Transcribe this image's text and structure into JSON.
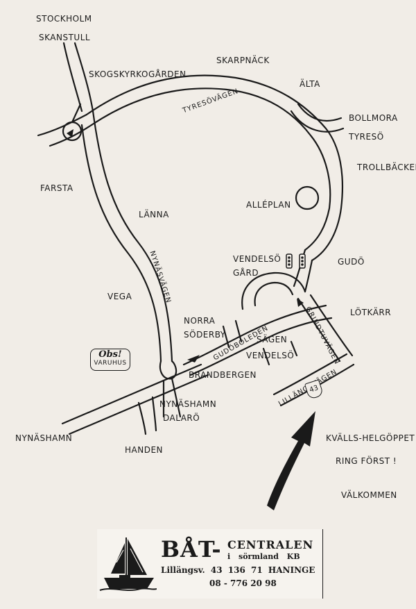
{
  "places": {
    "stockholm": "STOCKHOLM",
    "skanstull": "SKANSTULL",
    "skogskyrkogarden": "SKOGSKYRKOGÅRDEN",
    "skarpnack": "SKARPNÄCK",
    "alta": "ÄLTA",
    "bollmora": "BOLLMORA",
    "tyreso": "TYRESÖ",
    "trollbacken": "TROLLBÄCKEN",
    "farsta": "FARSTA",
    "lanna": "LÄNNA",
    "alleplan": "ALLÉPLAN",
    "vendelso_gard_1": "VENDELSÖ",
    "vendelso_gard_2": "GÅRD",
    "gudo": "GUDÖ",
    "vega": "VEGA",
    "lotkarr": "LÖTKÄRR",
    "norra_soderby_1": "NORRA",
    "norra_soderby_2": "SÖDERBY",
    "sagen": "SÄGEN",
    "vendelso": "VENDELSÖ",
    "brandbergen": "BRANDBERGEN",
    "nynashamn_dalaro_1": "NYNÄSHAMN",
    "nynashamn_dalaro_2": "DALARÖ",
    "nynashamn": "NYNÄSHAMN",
    "handen": "HANDEN"
  },
  "roads": {
    "tyresovagen": "TYRESÖVÄGEN",
    "nynasvagen": "NYNÄSVÄGEN",
    "gudoboleden": "GUDÖBOLEDEN",
    "grindtorpsvagen": "GRINDTUVÄGEN",
    "lillangsvagen": "LILLÄNGSVÄGEN",
    "lillangsvagen_number": "43"
  },
  "callout": {
    "obs": "Obs!",
    "varuhus": "VARUHUS"
  },
  "notes": {
    "kvalls": "KVÄLLS-HELGÖPPET",
    "ring": "RING FÖRST !",
    "valkommen": "VÄLKOMMEN"
  },
  "company": {
    "name_big": "BÅT-",
    "name_right": "CENTRALEN",
    "name_sub": "i sörmland KB",
    "address": "Lillängsv. 43   136 71  HANINGE",
    "phone": "08 - 776 20 98"
  },
  "colors": {
    "ink": "#1a1a1a",
    "paper": "#f1ede7"
  }
}
